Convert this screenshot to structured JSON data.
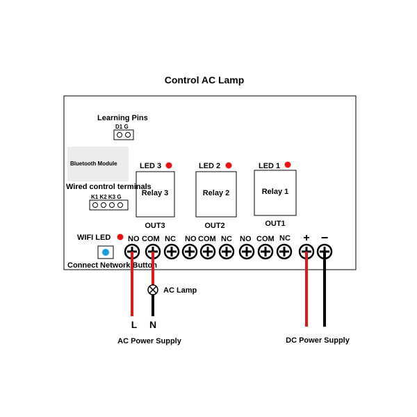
{
  "title": "Control AC Lamp",
  "learning_pins": {
    "label": "Learning Pins",
    "pin_labels": "D1  G"
  },
  "bluetooth_module": {
    "label": "Bluetooth Module"
  },
  "wired_control": {
    "label": "Wired control terminals",
    "pin_labels": "K1 K2  K3 G"
  },
  "relays": [
    {
      "led": "LED 3",
      "name": "Relay 3",
      "out": "OUT3"
    },
    {
      "led": "LED 2",
      "name": "Relay 2",
      "out": "OUT2"
    },
    {
      "led": "LED 1",
      "name": "Relay 1",
      "out": "OUT1"
    }
  ],
  "terminal_groups": [
    {
      "no": "NO",
      "com": "COM",
      "nc": "NC"
    },
    {
      "no": "NO",
      "com": "COM",
      "nc": "NC"
    },
    {
      "no": "NO",
      "com": "COM",
      "nc": "NC"
    }
  ],
  "power_terminals": {
    "plus": "+",
    "minus": "−"
  },
  "wifi_led": {
    "label": "WIFI LED"
  },
  "connect_button": {
    "label": "Connect Network Button"
  },
  "ac_lamp": {
    "label": "AC Lamp"
  },
  "ac_wires": {
    "live": "L",
    "neutral": "N"
  },
  "ac_supply": {
    "label": "AC Power Supply"
  },
  "dc_supply": {
    "label": "DC Power Supply"
  },
  "colors": {
    "led": "#ee1111",
    "wire_red": "#e01818",
    "wire_black": "#000000",
    "module_bg": "#ececec",
    "button": "#1e9be0"
  }
}
